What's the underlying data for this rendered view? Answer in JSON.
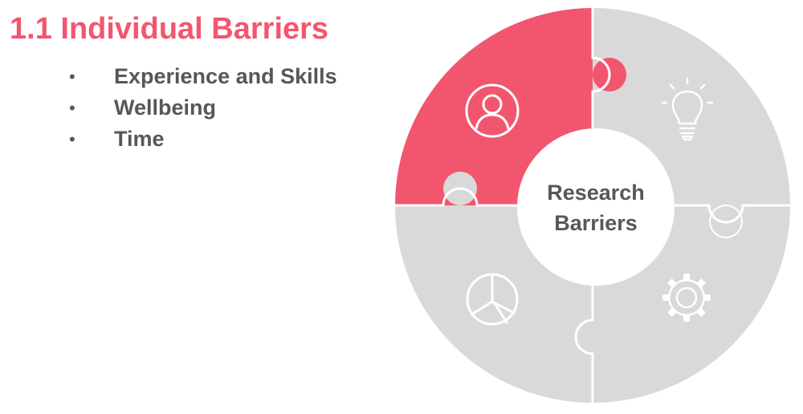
{
  "title": "1.1 Individual Barriers",
  "bullets": [
    {
      "marker": "•",
      "text": "Experience and Skills"
    },
    {
      "marker": "•",
      "text": "Wellbeing"
    },
    {
      "marker": "•",
      "text": "Time"
    }
  ],
  "diagram": {
    "center_line1": "Research",
    "center_line2": "Barriers",
    "pieces": [
      {
        "name": "individual",
        "icon": "person-icon",
        "color": "#f2566f",
        "highlighted": true
      },
      {
        "name": "ideas",
        "icon": "lightbulb-icon",
        "color": "#d9d9d9",
        "highlighted": false
      },
      {
        "name": "resources",
        "icon": "pie-chart-icon",
        "color": "#d9d9d9",
        "highlighted": false
      },
      {
        "name": "process",
        "icon": "gear-icon",
        "color": "#d9d9d9",
        "highlighted": false
      }
    ],
    "colors": {
      "accent": "#f2566f",
      "inactive": "#d9d9d9",
      "separator": "#ffffff",
      "text": "#575757"
    }
  }
}
